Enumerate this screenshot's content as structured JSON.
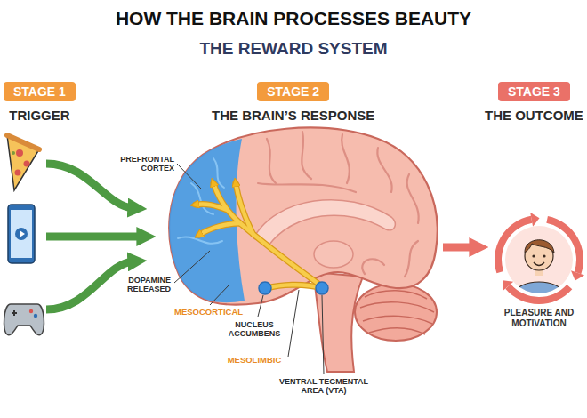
{
  "diagram": {
    "title": "HOW THE BRAIN PROCESSES BEAUTY",
    "nodes": [
      {
        "text": [
          "STAGE 1",
          "TRIGGER"
        ]
      },
      {
        "text": [
          "STAGE 2",
          "THE BRAIN’S RESPONSE"
        ]
      },
      {
        "text": [
          "STAGE 3",
          "THE OUTCOME"
        ]
      },
      {
        "text": [
          "PLEASURE AND MOTIVATION"
        ]
      }
    ],
    "labels": [
      "THE REWARD SYSTEM",
      "PREFRONTAL CORTEX",
      "DOPAMINE RELEASED",
      "MESOCORTICAL",
      "NUCLEUS ACCUMBENS",
      "MESOLIMBIC",
      "VENTRAL TEGMENTAL AREA (VTA)"
    ]
  }
}
